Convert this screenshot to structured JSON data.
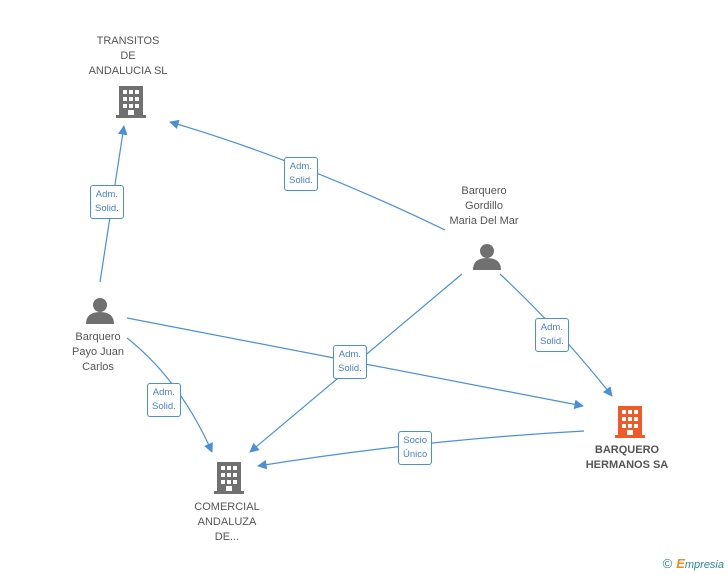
{
  "colors": {
    "edge": "#4a90d9",
    "node_gray": "#707070",
    "node_main": "#f05a28"
  },
  "nodes": {
    "transitos": {
      "line1": "TRANSITOS",
      "line2": "DE",
      "line3": "ANDALUCIA SL",
      "type": "company-icon"
    },
    "gordillo": {
      "line1": "Barquero",
      "line2": "Gordillo",
      "line3": "Maria Del Mar",
      "type": "person-icon"
    },
    "payo": {
      "line1": "Barquero",
      "line2": "Payo Juan",
      "line3": "Carlos",
      "type": "person-icon"
    },
    "comercial": {
      "line1": "COMERCIAL",
      "line2": "ANDALUZA",
      "line3": "DE...",
      "type": "company-icon"
    },
    "barquero_hermanos": {
      "line1": "BARQUERO",
      "line2": "HERMANOS SA",
      "type": "company-icon"
    }
  },
  "edges": {
    "gordillo_transitos": {
      "line1": "Adm.",
      "line2": "Solid."
    },
    "payo_transitos": {
      "line1": "Adm.",
      "line2": "Solid."
    },
    "gordillo_hermanos": {
      "line1": "Adm.",
      "line2": "Solid."
    },
    "center": {
      "line1": "Adm.",
      "line2": "Solid."
    },
    "payo_comercial": {
      "line1": "Adm.",
      "line2": "Solid."
    },
    "hermanos_comercial": {
      "line1": "Socio",
      "line2": "Único"
    }
  },
  "footer": {
    "copyright": "©",
    "brand_initial": "E",
    "brand_rest": "mpresia"
  }
}
